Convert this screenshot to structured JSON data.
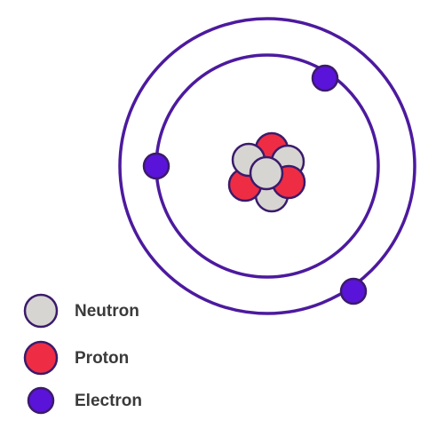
{
  "legend": {
    "items": [
      {
        "key": "neutron",
        "label": "Neutron",
        "color": "#d7d5d2"
      },
      {
        "key": "proton",
        "label": "Proton",
        "color": "#ee2d44"
      },
      {
        "key": "electron",
        "label": "Electron",
        "color": "#5a13d9"
      }
    ]
  },
  "colors": {
    "orbit": "#4c1a9e",
    "outline": "#3b1b6b",
    "background": "#ffffff"
  },
  "atom": {
    "shells": 2,
    "electrons_per_shell": [
      2,
      1
    ],
    "nucleus": {
      "neutrons": 4,
      "protons": 3
    }
  }
}
